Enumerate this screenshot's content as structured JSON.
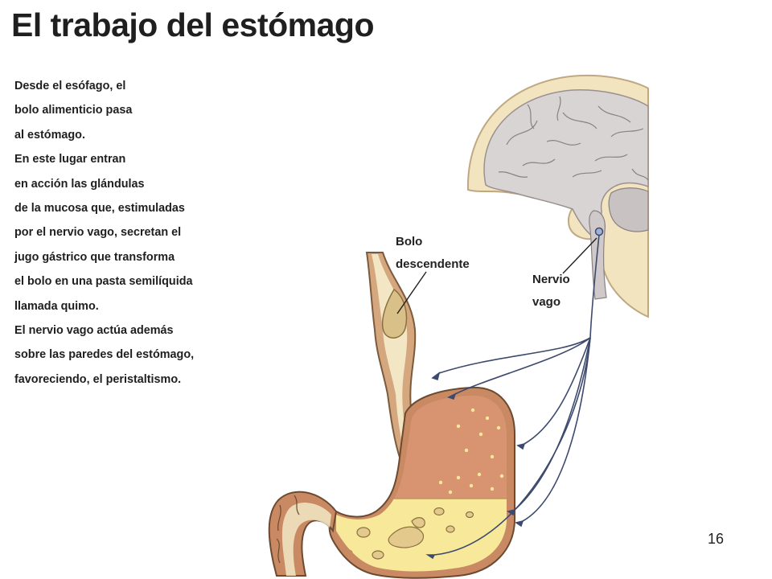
{
  "title": "El trabajo del estómago",
  "paragraph_lines": [
    "Desde el esófago, el",
    "bolo alimenticio pasa",
    "al estómago.",
    "En este lugar entran",
    "en acción las glándulas",
    "de la mucosa que, estimuladas",
    "por el nervio vago, secretan el",
    "jugo gástrico que transforma",
    "el bolo en una pasta semilíquida",
    "llamada quimo.",
    "El  nervio vago actúa además",
    "sobre las paredes del estómago,",
    "favoreciendo, el peristaltismo."
  ],
  "labels": {
    "bolo_line1": "Bolo",
    "bolo_line2": "descendente",
    "nervio_line1": "Nervio",
    "nervio_line2": "vago"
  },
  "page_number": "16",
  "colors": {
    "brain": "#d9d4d4",
    "skull": "#f3e4c0",
    "stomach_wall": "#cf8a63",
    "chyme": "#f8e99a",
    "nerve": "#3d4a6e",
    "bolus": "#d9c089"
  }
}
